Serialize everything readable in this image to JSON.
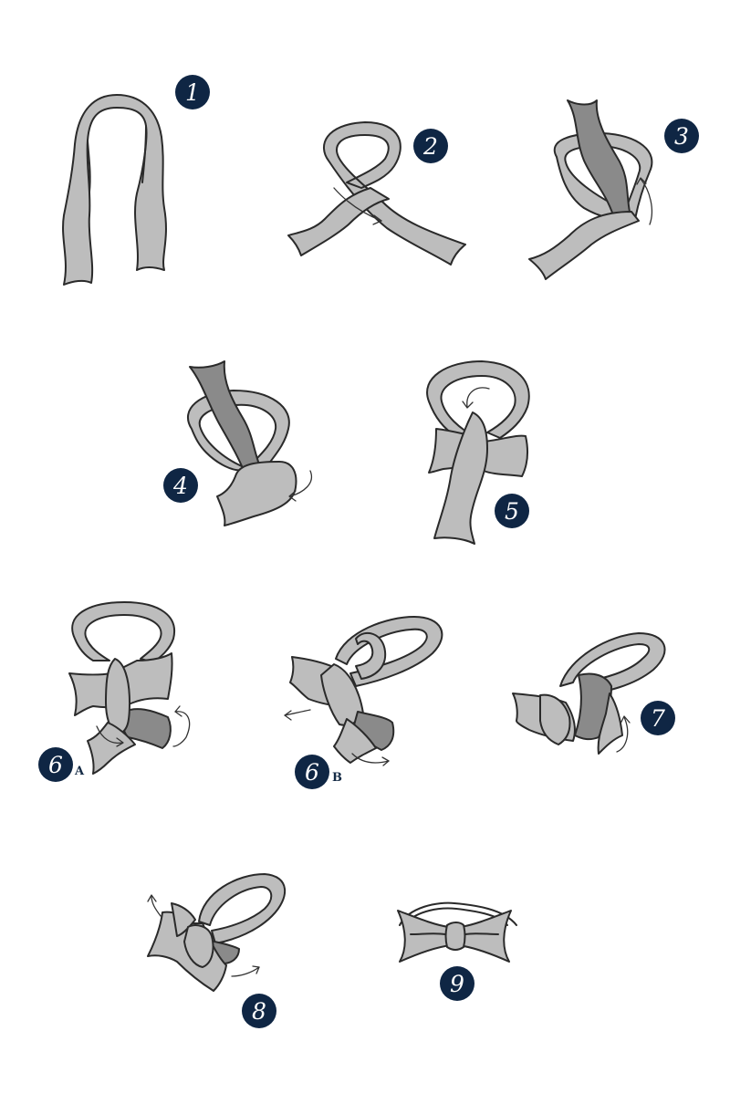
{
  "palette": {
    "badge_bg": "#0f2644",
    "badge_text": "#ffffff",
    "tie_light": "#bdbdbd",
    "tie_dark": "#8a8a8a",
    "outline": "#2a2a2a"
  },
  "steps": [
    {
      "number": "1",
      "suffix": ""
    },
    {
      "number": "2",
      "suffix": ""
    },
    {
      "number": "3",
      "suffix": ""
    },
    {
      "number": "4",
      "suffix": ""
    },
    {
      "number": "5",
      "suffix": ""
    },
    {
      "number": "6",
      "suffix": "A"
    },
    {
      "number": "6",
      "suffix": "B"
    },
    {
      "number": "7",
      "suffix": ""
    },
    {
      "number": "8",
      "suffix": ""
    },
    {
      "number": "9",
      "suffix": ""
    }
  ]
}
